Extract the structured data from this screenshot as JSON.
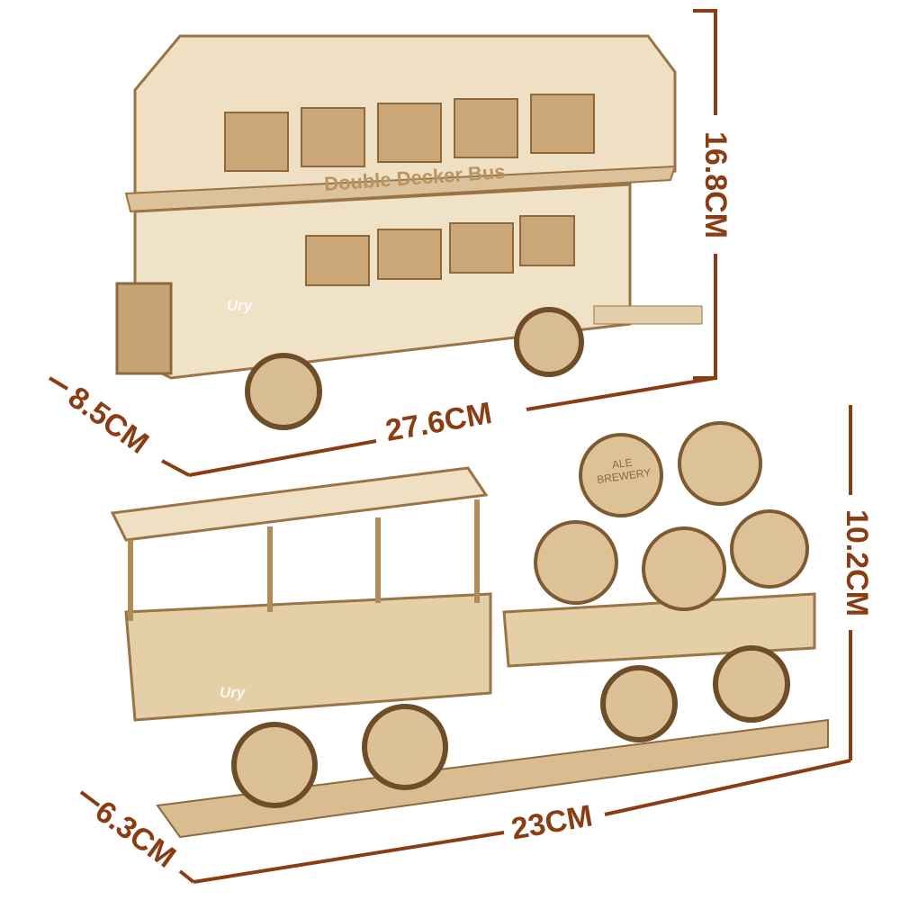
{
  "dimensions": {
    "bus_height": "16.8CM",
    "bus_depth": "8.5CM",
    "bus_length": "27.6CM",
    "train_height": "10.2CM",
    "train_depth": "6.3CM",
    "train_length": "23CM"
  },
  "bus": {
    "side_text": "Double Decker Bus"
  },
  "barrels": {
    "label_top": "ALE",
    "label_bottom": "BREWERY"
  },
  "watermark": "Ury",
  "colors": {
    "dimension": "#8a3c12",
    "wood_light": "#ecd9b8",
    "wood_dark": "#b88a56",
    "background": "#ffffff"
  }
}
